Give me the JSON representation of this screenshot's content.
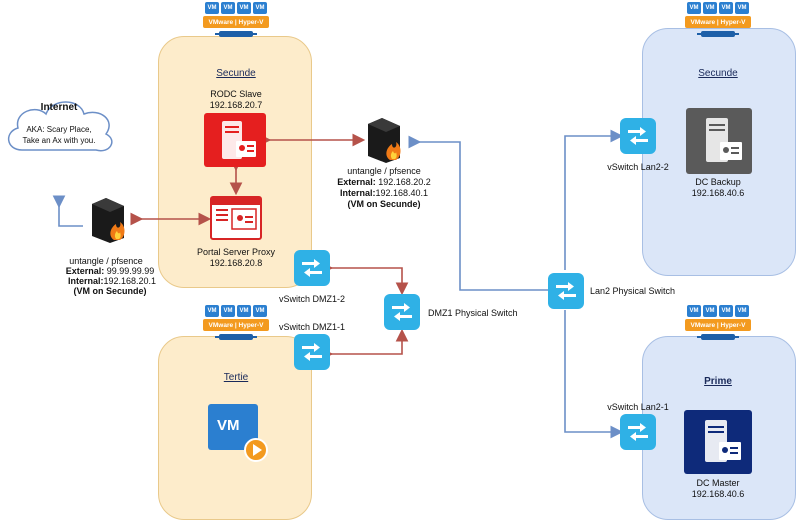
{
  "internet": {
    "title": "Internet",
    "line1": "AKA: Scary Place,",
    "line2": "Take an Ax with you."
  },
  "hypervisor": {
    "vm": "VM",
    "bar": "VMware | Hyper-V"
  },
  "hosts": {
    "secunde_left": "Secunde",
    "secunde_right": "Secunde",
    "tertie": "Tertie",
    "prime": "Prime"
  },
  "rodc": {
    "name": "RODC Slave",
    "ip": "192.168.20.7"
  },
  "portal": {
    "name": "Portal Server Proxy",
    "ip": "192.168.20.8"
  },
  "fw_left": {
    "name": "untangle / pfsence",
    "ext_label": "External:",
    "ext_ip": "99.99.99.99",
    "int_label": "Internal:",
    "int_ip": "192.168.20.1",
    "note": "(VM on Secunde)"
  },
  "fw_mid": {
    "name": "untangle / pfsence",
    "ext_label": "External:",
    "ext_ip": "192.168.20.2",
    "int_label": "Internal:",
    "int_ip": "192.168.40.1",
    "note": "(VM on Secunde)"
  },
  "switches": {
    "dmz1_2": "vSwitch DMZ1-2",
    "dmz1_1": "vSwitch DMZ1-1",
    "dmz1_phys": "DMZ1 Physical Switch",
    "lan2_phys": "Lan2 Physical Switch",
    "lan2_2": "vSwitch Lan2-2",
    "lan2_1": "vSwitch Lan2-1"
  },
  "dc_backup": {
    "name": "DC Backup",
    "ip": "192.168.40.6"
  },
  "dc_master": {
    "name": "DC Master",
    "ip": "192.168.40.6"
  },
  "vm_tile": {
    "text": "VM"
  },
  "colors": {
    "red_link": "#b5524a",
    "blue_link": "#6c8fc7",
    "switch": "#2fb1e6",
    "rodc_red": "#e51f1f",
    "dc_grey": "#5a5a5a",
    "dc_navy": "#0e2a7a"
  }
}
